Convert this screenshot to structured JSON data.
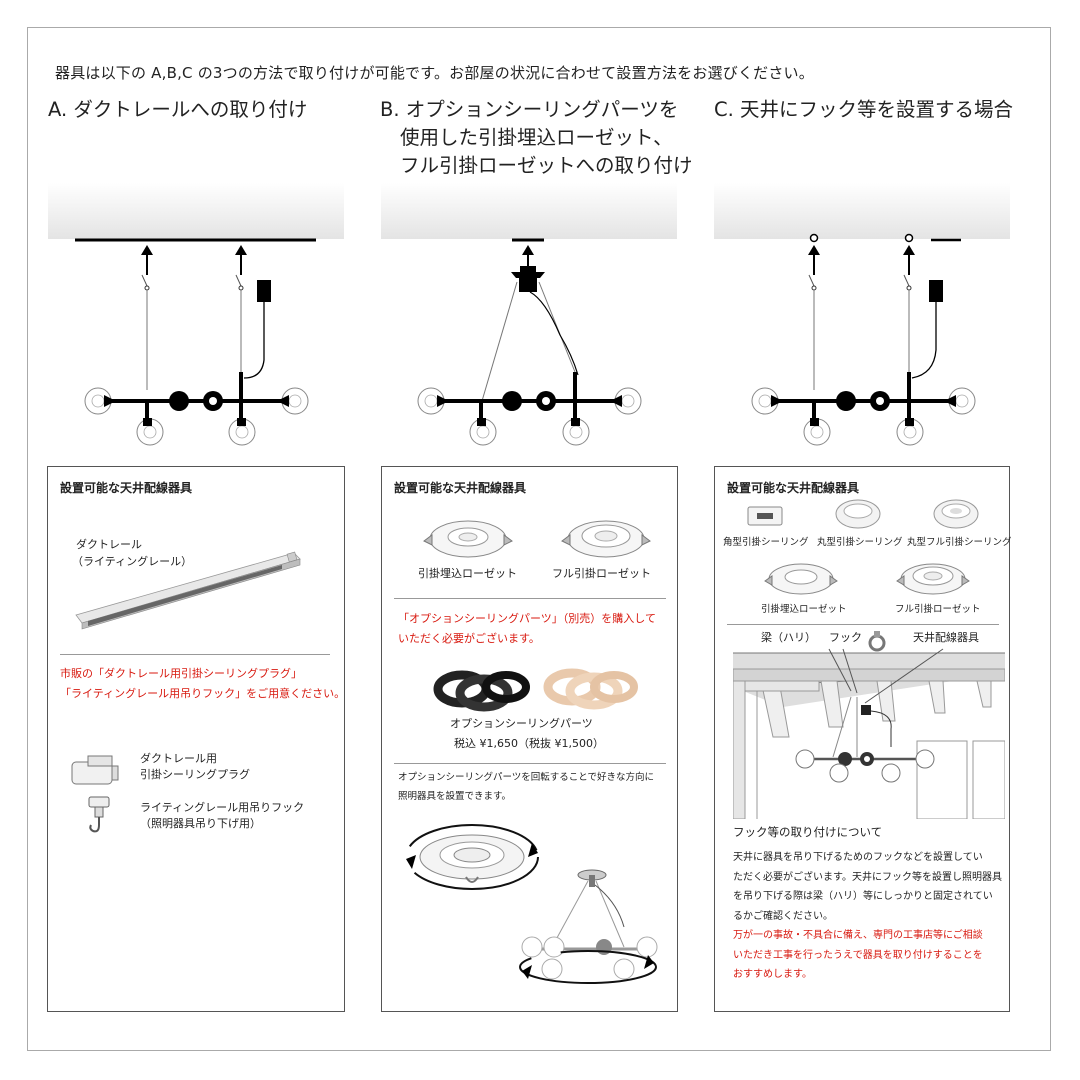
{
  "intro": "器具は以下の A,B,C の3つの方法で取り付けが可能です。お部屋の状況に合わせて設置方法をお選びください。",
  "methods": {
    "a": {
      "title": "A. ダクトレールへの取り付け"
    },
    "b": {
      "title_line1": "B. オプションシーリングパーツを",
      "title_line2": "使用した引掛埋込ローゼット、",
      "title_line3": "フル引掛ローゼットへの取り付け"
    },
    "c": {
      "title": "C. 天井にフック等を設置する場合"
    }
  },
  "panel_a": {
    "title": "設置可能な天井配線器具",
    "rail_label_1": "ダクトレール",
    "rail_label_2": "（ライティングレール）",
    "note_1": "市販の「ダクトレール用引掛シーリングプラグ」",
    "note_2": "「ライティングレール用吊りフック」をご用意ください。",
    "item1_line1": "ダクトレール用",
    "item1_line2": "引掛シーリングプラグ",
    "item2_line1": "ライティングレール用吊りフック",
    "item2_line2": "（照明器具吊り下げ用）"
  },
  "panel_b": {
    "title": "設置可能な天井配線器具",
    "rosette1": "引掛埋込ローゼット",
    "rosette2": "フル引掛ローゼット",
    "note_1": "「オプションシーリングパーツ」（別売）を購入して",
    "note_2": "いただく必要がございます。",
    "parts_name": "オプションシーリングパーツ",
    "price": "税込 ¥1,650（税抜 ¥1,500）",
    "rotate_1": "オプションシーリングパーツを回転することで好きな方向に",
    "rotate_2": "照明器具を設置できます。"
  },
  "panel_c": {
    "title": "設置可能な天井配線器具",
    "fix1": "角型引掛シーリング",
    "fix2": "丸型引掛シーリング",
    "fix3": "丸型フル引掛シーリング",
    "fix4": "引掛埋込ローゼット",
    "fix5": "フル引掛ローゼット",
    "label_beam": "梁（ハリ）",
    "label_hook": "フック",
    "label_fixture": "天井配線器具",
    "hook_title": "フック等の取り付けについて",
    "p1": "天井に器具を吊り下げるためのフックなどを設置してい",
    "p2": "ただく必要がございます。天井にフック等を設置し照明器具",
    "p3": "を吊り下げる際は梁（ハリ）等にしっかりと固定されてい",
    "p4": "るかご確認ください。",
    "r1": "万が一の事故・不具合に備え、専門の工事店等にご相談",
    "r2": "いただき工事を行ったうえで器具を取り付けすることを",
    "r3": "おすすめします。"
  },
  "colors": {
    "accent_red": "#d8190f",
    "line": "#111111",
    "panel_border": "#555555"
  }
}
